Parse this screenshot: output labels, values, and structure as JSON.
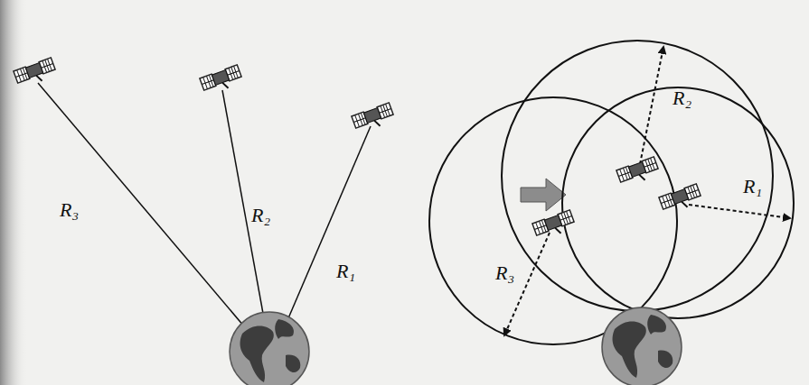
{
  "diagram": {
    "labels": [
      "R₃",
      "R₂",
      "R₁",
      "R₂",
      "R₁",
      "R₃"
    ]
  }
}
